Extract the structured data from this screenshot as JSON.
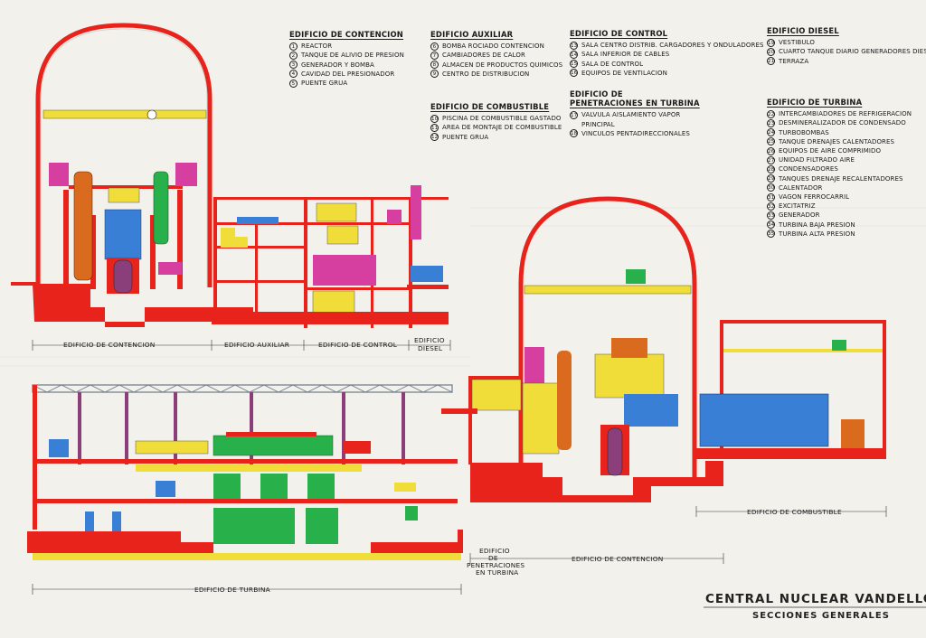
{
  "legends": {
    "contencion": {
      "title": "EDIFICIO DE CONTENCION",
      "items": [
        {
          "n": "1",
          "label": "REACTOR"
        },
        {
          "n": "2",
          "label": "TANQUE DE ALIVIO DE PRESION"
        },
        {
          "n": "3",
          "label": "GENERADOR Y BOMBA"
        },
        {
          "n": "4",
          "label": "CAVIDAD DEL PRESIONADOR"
        },
        {
          "n": "5",
          "label": "PUENTE GRUA"
        }
      ]
    },
    "auxiliar": {
      "title": "EDIFICIO AUXILIAR",
      "items": [
        {
          "n": "6",
          "label": "BOMBA ROCIADO CONTENCION"
        },
        {
          "n": "7",
          "label": "CAMBIADORES DE CALOR"
        },
        {
          "n": "8",
          "label": "ALMACEN DE PRODUCTOS QUIMICOS"
        },
        {
          "n": "9",
          "label": "CENTRO DE DISTRIBUCION"
        }
      ]
    },
    "combustible": {
      "title": "EDIFICIO DE COMBUSTIBLE",
      "items": [
        {
          "n": "10",
          "label": "PISCINA DE COMBUSTIBLE GASTADO"
        },
        {
          "n": "11",
          "label": "AREA DE MONTAJE DE COMBUSTIBLE"
        },
        {
          "n": "12",
          "label": "PUENTE GRUA"
        }
      ]
    },
    "control": {
      "title": "EDIFICIO DE CONTROL",
      "items": [
        {
          "n": "13",
          "label": "SALA CENTRO DISTRIB. CARGADORES Y ONDULADORES"
        },
        {
          "n": "14",
          "label": "SALA INFERIOR DE CABLES"
        },
        {
          "n": "15",
          "label": "SALA DE CONTROL"
        },
        {
          "n": "16",
          "label": "EQUIPOS DE VENTILACION"
        }
      ]
    },
    "penetraciones": {
      "title1": "EDIFICIO DE",
      "title2": "PENETRACIONES EN TURBINA",
      "items": [
        {
          "n": "17",
          "label": "VALVULA AISLAMIENTO VAPOR"
        },
        {
          "n": "",
          "label": "PRINCIPAL"
        },
        {
          "n": "18",
          "label": "VINCULOS PENTADIRECCIONALES"
        }
      ]
    },
    "diesel": {
      "title": "EDIFICIO DIESEL",
      "items": [
        {
          "n": "19",
          "label": "VESTIBULO"
        },
        {
          "n": "20",
          "label": "CUARTO TANQUE DIARIO GENERADORES DIESEL"
        },
        {
          "n": "21",
          "label": "TERRAZA"
        }
      ]
    },
    "turbina": {
      "title": "EDIFICIO DE TURBINA",
      "items": [
        {
          "n": "22",
          "label": "INTERCAMBIADORES DE REFRIGERACION"
        },
        {
          "n": "23",
          "label": "DESMINERALIZADOR DE CONDENSADO"
        },
        {
          "n": "24",
          "label": "TURBOBOMBAS"
        },
        {
          "n": "25",
          "label": "TANQUE DRENAJES CALENTADORES"
        },
        {
          "n": "26",
          "label": "EQUIPOS DE AIRE COMPRIMIDO"
        },
        {
          "n": "27",
          "label": "UNIDAD FILTRADO AIRE"
        },
        {
          "n": "28",
          "label": "CONDENSADORES"
        },
        {
          "n": "29",
          "label": "TANQUES DRENAJE RECALENTADORES"
        },
        {
          "n": "30",
          "label": "CALENTADOR"
        },
        {
          "n": "31",
          "label": "VAGON FERROCARRIL"
        },
        {
          "n": "32",
          "label": "EXCITATRIZ"
        },
        {
          "n": "33",
          "label": "GENERADOR"
        },
        {
          "n": "34",
          "label": "TURBINA BAJA PRESION"
        },
        {
          "n": "35",
          "label": "TURBINA ALTA PRESION"
        }
      ]
    }
  },
  "section_labels": {
    "contencion_top": "EDIFICIO DE CONTENCION",
    "auxiliar": "EDIFICIO AUXILIAR",
    "control": "EDIFICIO DE CONTROL",
    "diesel1": "EDIFICIO",
    "diesel2": "DIESEL",
    "turbina": "EDIFICIO DE TURBINA",
    "penetraciones1": "EDIFICIO",
    "penetraciones2": "DE",
    "penetraciones3": "PENETRACIONES",
    "penetraciones4": "EN TURBINA",
    "contencion_bottom": "EDIFICIO DE CONTENCION",
    "combustible": "EDIFICIO DE COMBUSTIBLE"
  },
  "title": "CENTRAL NUCLEAR VANDELLOS II",
  "subtitle": "SECCIONES GENERALES",
  "colors": {
    "concrete": "#e8231c",
    "yellow": "#f0dd3a",
    "magenta": "#d63fa0",
    "green": "#28b04a",
    "blue": "#3a7fd6",
    "orange": "#d96a1e",
    "steel": "#8a3f7a",
    "paper": "#f3f1ec"
  }
}
